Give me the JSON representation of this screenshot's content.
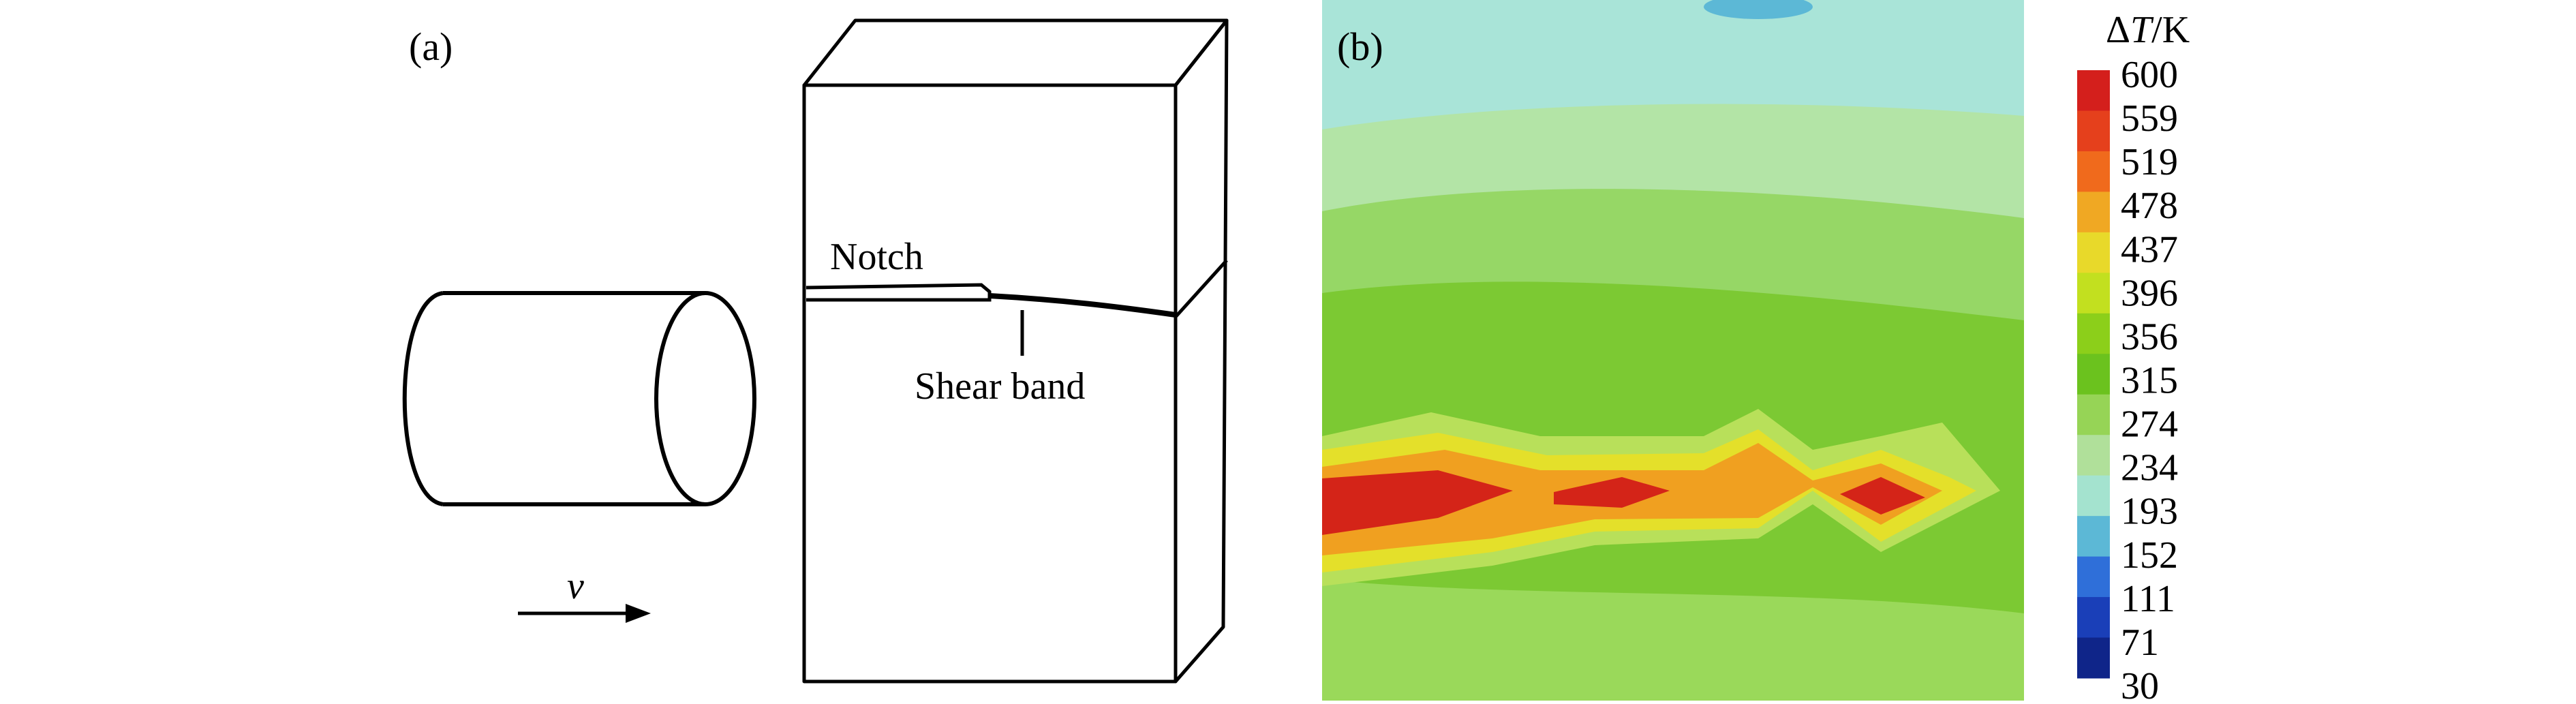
{
  "panel_a": {
    "label": "(a)",
    "notch_label": "Notch",
    "shear_band_label": "Shear band",
    "velocity_label": "v"
  },
  "panel_b": {
    "label": "(b)",
    "colorbar": {
      "title_delta": "Δ",
      "title_var": "T",
      "title_unit": "/K",
      "levels": [
        "600",
        "559",
        "519",
        "478",
        "437",
        "396",
        "356",
        "315",
        "274",
        "234",
        "193",
        "152",
        "111",
        "71",
        "30"
      ],
      "colors": [
        "#d41f1c",
        "#e5401c",
        "#f06a1c",
        "#f0a823",
        "#e8d92a",
        "#c2e01f",
        "#8ccf1a",
        "#6bc21e",
        "#96d456",
        "#b0e09a",
        "#a4e3cf",
        "#5cb8d6",
        "#2f6fd9",
        "#1a3fb8",
        "#0f2589"
      ]
    },
    "field_colors": {
      "top_band": "#a9e4d8",
      "upper_band": "#b3e4a6",
      "mid_band": "#96d766",
      "green_band": "#7cc933",
      "bottom_band": "#9ad95a",
      "hot_yellow": "#e4e02a",
      "hot_orange": "#f0a020",
      "hot_red": "#d42418",
      "blue_spot": "#5cb8d6"
    }
  }
}
